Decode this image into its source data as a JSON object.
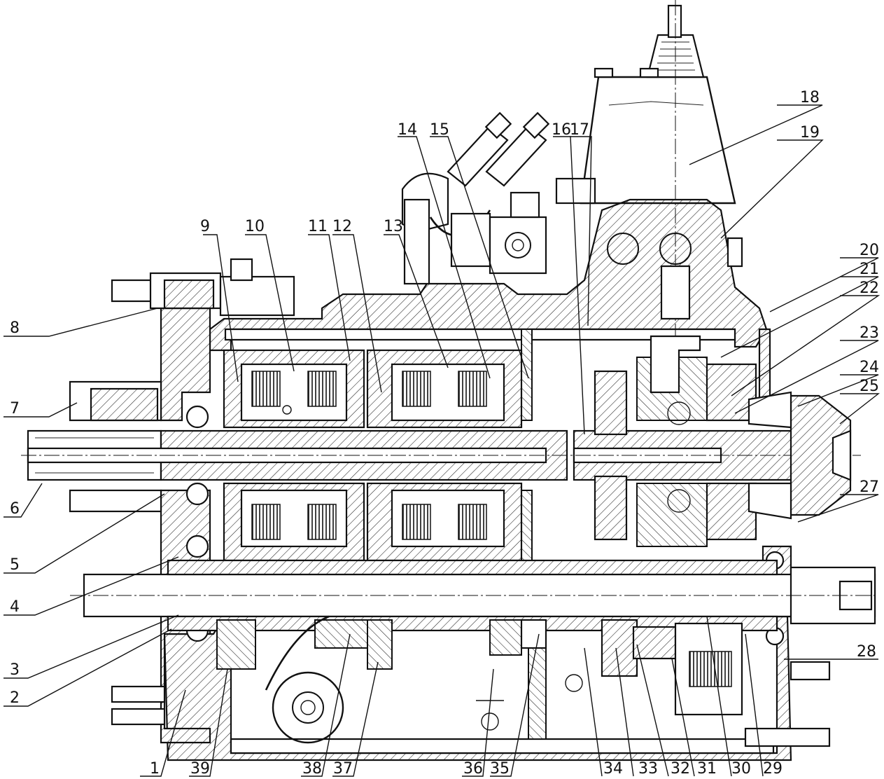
{
  "callouts": {
    "c1": "1",
    "c2": "2",
    "c3": "3",
    "c4": "4",
    "c5": "5",
    "c6": "6",
    "c7": "7",
    "c8": "8",
    "c9": "9",
    "c10": "10",
    "c11": "11",
    "c12": "12",
    "c13": "13",
    "c14": "14",
    "c15": "15",
    "c16": "16",
    "c17": "17",
    "c18": "18",
    "c19": "19",
    "c20": "20",
    "c21": "21",
    "c22": "22",
    "c23": "23",
    "c24": "24",
    "c25": "25",
    "c27": "27",
    "c28": "28",
    "c29": "29",
    "c30": "30",
    "c31": "31",
    "c32": "32",
    "c33": "33",
    "c34": "34",
    "c35": "35",
    "c36": "36",
    "c37": "37",
    "c38": "38",
    "c39": "39"
  }
}
